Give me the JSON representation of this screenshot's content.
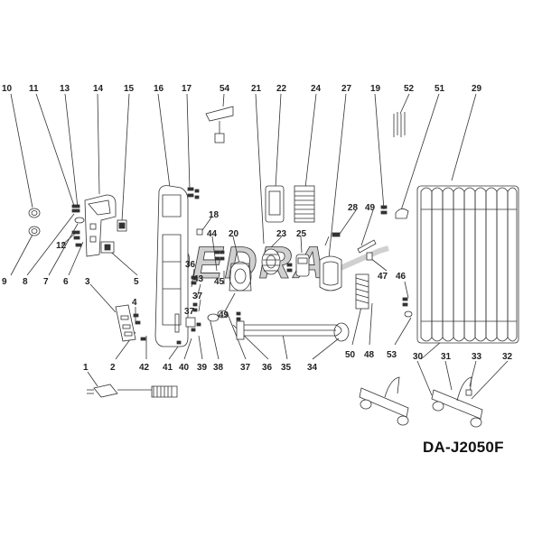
{
  "model": "DA-J2050F",
  "watermark": "DEDRA",
  "callouts": [
    "10",
    "11",
    "13",
    "14",
    "15",
    "16",
    "17",
    "54",
    "21",
    "22",
    "24",
    "27",
    "19",
    "52",
    "51",
    "29",
    "9",
    "8",
    "7",
    "6",
    "12",
    "5",
    "18",
    "44",
    "20",
    "23",
    "25",
    "28",
    "49",
    "3",
    "4",
    "36",
    "43",
    "45",
    "37",
    "47",
    "46",
    "2",
    "42",
    "41",
    "40",
    "39",
    "38",
    "35",
    "34",
    "50",
    "48",
    "53",
    "1",
    "30",
    "31",
    "33",
    "32"
  ]
}
